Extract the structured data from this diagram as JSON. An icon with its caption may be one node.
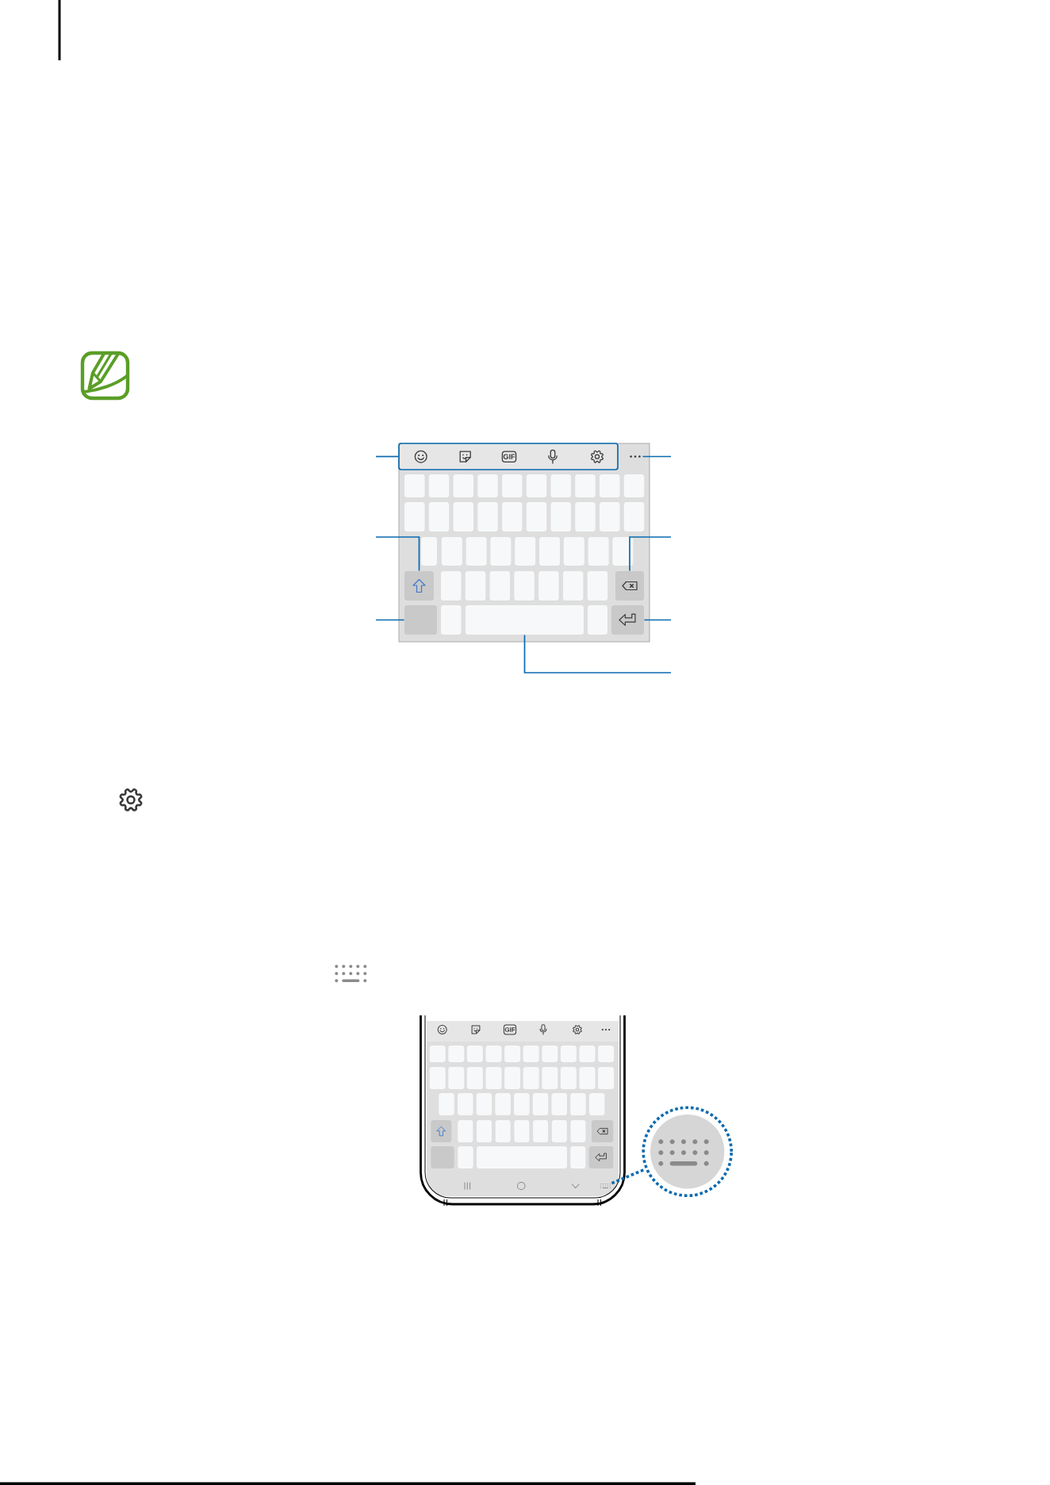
{
  "diagram": {
    "nodes": [
      {
        "text": [],
        "shape": "box"
      },
      {
        "text": [],
        "shape": "picture"
      },
      {
        "text": [],
        "shape": "box"
      },
      {
        "text": [],
        "shape": "box"
      },
      {
        "text": [],
        "shape": "box"
      },
      {
        "text": [],
        "shape": "box"
      },
      {
        "text": [],
        "shape": "box"
      },
      {
        "text": [],
        "shape": "picture"
      },
      {
        "text": [],
        "shape": "circle"
      }
    ],
    "edges": [
      {
        "from": null,
        "to": 0,
        "arrow": "none"
      },
      {
        "from": null,
        "to": 1,
        "arrow": "none"
      },
      {
        "from": null,
        "to": 2,
        "arrow": "none"
      },
      {
        "from": null,
        "to": 3,
        "arrow": "none"
      },
      {
        "from": null,
        "to": 4,
        "arrow": "none"
      },
      {
        "from": null,
        "to": 5,
        "arrow": "none"
      },
      {
        "from": null,
        "to": 6,
        "arrow": "none"
      },
      {
        "from": 7,
        "to": 8,
        "arrow": "none",
        "style": "dashed"
      }
    ],
    "labels": [
      "GIF",
      "GIF"
    ]
  }
}
